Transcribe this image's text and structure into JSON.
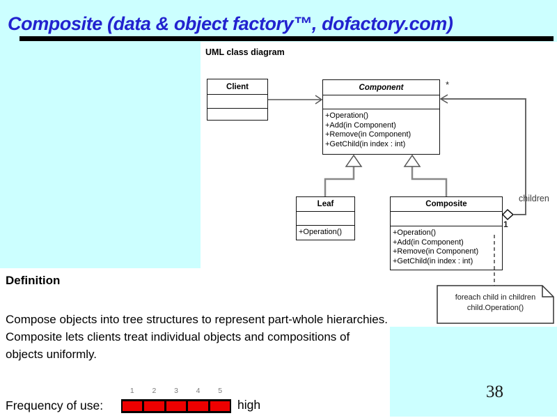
{
  "slide": {
    "title": "Composite (data & object factory™, dofactory.com)",
    "page_number": "38",
    "colors": {
      "background": "#CCFFFF",
      "title_blue": "#2222CF",
      "bar_red": "#EE0000"
    }
  },
  "diagram": {
    "heading": "UML class diagram",
    "classes": {
      "client": {
        "name": "Client"
      },
      "component": {
        "name": "Component",
        "ops": [
          "+Operation()",
          "+Add(in Component)",
          "+Remove(in Component)",
          "+GetChild(in index : int)"
        ]
      },
      "leaf": {
        "name": "Leaf",
        "ops": [
          "+Operation()"
        ]
      },
      "composite": {
        "name": "Composite",
        "ops": [
          "+Operation()",
          "+Add(in Component)",
          "+Remove(in Component)",
          "+GetChild(in index : int)"
        ]
      }
    },
    "labels": {
      "multiplicity_star": "*",
      "aggregation_one": "1",
      "children": "children"
    },
    "note": {
      "line1": "foreach child in children",
      "line2": "child.Operation()"
    }
  },
  "definition": {
    "heading": "Definition",
    "body": "Compose objects into tree structures to represent part-whole hierarchies. Composite lets clients treat individual objects and compositions of objects uniformly."
  },
  "frequency": {
    "label": "Frequency of use:",
    "scale": [
      "1",
      "2",
      "3",
      "4",
      "5"
    ],
    "level": "high"
  }
}
